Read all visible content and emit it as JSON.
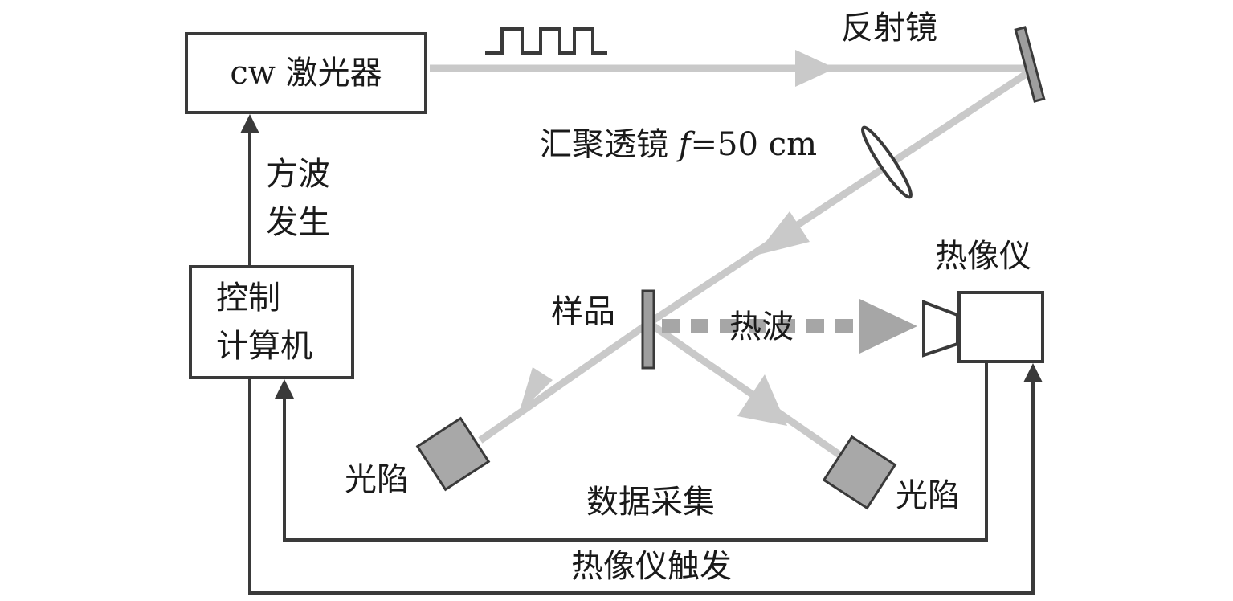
{
  "components": {
    "laser": {
      "label": "cw 激光器"
    },
    "computer": {
      "label_line1": "控制",
      "label_line2": "计算机"
    },
    "camera": {
      "label": "热像仪"
    },
    "mirror": {
      "label": "反射镜"
    },
    "lens": {
      "label": "汇聚透镜 ",
      "focal_var": "f",
      "focal_value": "=50 cm"
    },
    "sample": {
      "label": "样品"
    },
    "trap_left": {
      "label": "光陷"
    },
    "trap_right": {
      "label": "光陷"
    }
  },
  "signals": {
    "square_wave": {
      "label_line1": "方波",
      "label_line2": "发生"
    },
    "thermal_wave": {
      "label": "热波"
    },
    "data_acquisition": {
      "label": "数据采集"
    },
    "camera_trigger": {
      "label": "热像仪触发"
    }
  },
  "colors": {
    "beam": "#c9c9c9",
    "wire": "#3a3a3a",
    "trap_fill": "#a8a8a8",
    "thermal_wave": "#a6a6a6",
    "mirror_fill": "#9e9e9e"
  }
}
